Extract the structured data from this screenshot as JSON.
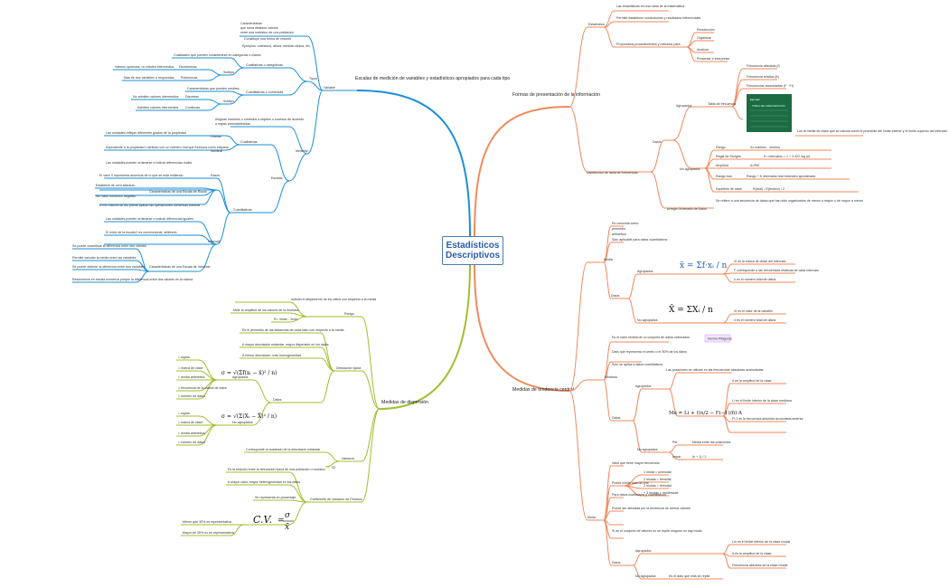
{
  "center": {
    "title": "Estadísticos\nDescriptivos"
  },
  "branches": {
    "escalas": "Escalas de medición de variables y estadísticos apropiados para cada tipo",
    "formas": "Formas de presentación de la información",
    "tendencia": "Medidas de tendencia central",
    "dispersion": "Medidas de dispersión"
  },
  "colors": {
    "blue": "#1a8fd6",
    "orange": "#f08a5d",
    "olive": "#9fbf2f",
    "center_border": "#4a7ab5"
  },
  "labels": {
    "variable": "Variable",
    "tipos": "Tipos",
    "medicion": "Medición",
    "escalas": "Escalas",
    "cual_cat": "Cualitativas o categóricas",
    "cuan_num": "Cuantitativas o numéricas",
    "subtipo": "Subtipo",
    "nominal": "Nominal",
    "ordinal": "Ordinal",
    "cuantitativas": "Cuantitativas",
    "cualitativas": "Cualitativas",
    "razon": "Razón",
    "intervalo": "Intervalo",
    "dicotomicas": "Dicotómicas",
    "politomicas": "Politómicas",
    "discretas": "Discretas",
    "continuas": "Continuas",
    "estadistica": "Estadística",
    "datos": "Datos",
    "agrupados": "Agrupados",
    "no_agrupados": "No agrupados",
    "tabla_frec": "Tabla de frecuencia",
    "distribucion": "Distribución de tabla de frecuencias",
    "arreglo": "Arreglo Ordenado de Datos",
    "media": "Media",
    "mediana": "Mediana",
    "moda": "Moda",
    "desviacion": "Desviación típica",
    "varianza": "Varianza",
    "rango": "Rango",
    "coef": "Coeficiente de variación de Pearson",
    "recoleccion": "Recolección",
    "organizar": "Organizar",
    "analizar": "Analizar",
    "presentar": "Presentar e interpretar",
    "frec_abs": "Frecuencia absoluta (f)",
    "frec_rel": "Frecuencia relativa (fr)",
    "frec_acum": "Frecuencias acumuladas (F · Fr)",
    "amplitud": "Amplitud",
    "regla": "Regla de Sturges",
    "rango_real": "Rango real",
    "equilibrio": "Equilibrio de clase",
    "par": "Par",
    "impar": "Impar",
    "ejemplo": "Ejemplo",
    "tabla_title": "TABLA DE FRECUENCIAS",
    "s2": "S2",
    "menor_30": "Menor que 30% es representativa",
    "mayor_30": "Mayor de 30% no es representativa",
    "nota": "Norma Pitágoras"
  },
  "texts": {
    "v1": "Características",
    "v2": "que toma distintos valores",
    "v3": "entre una individuo de una población",
    "v4": "Constituye una forma de resumir",
    "v5": "Ejemplos: colesterol, altura, medida clínica, etc.",
    "cq1": "Cualidades que pueden considerarse en categorías o clases",
    "dic1": "Valores opuestos, no existen intermedios",
    "pol1": "Más de dos variables o respuestas",
    "cn1": "Características que pueden medirse",
    "dis1": "No admiten valores intermedios",
    "con1": "Admiten valores intermedios",
    "ord1": "Asignan números o símbolos a objetos o sucesos de acuerdo",
    "ord2": "a reglas preestablecidas",
    "nom1": "Las unidades reflejan diferentes grados de la propiedad",
    "nom2": "Equivalente a la propiedad o atributo con un número real que funciona como etiqueta",
    "raz1": "Las unidades pueden ordenarse e indicar diferencias reales",
    "raz2": "El valor 0 representa ausencia de lo que se está midiendo",
    "raz3": "Características de una Escala de Razón",
    "raz4": "Establece de cero absoluto",
    "raz5": "Sin valor numérico negativo",
    "raz6": "A mis valores se les puede aplicar las operaciones numéricas básicas",
    "int1": "Las unidades pueden ordenarse e indicar diferencias iguales",
    "int2": "El inicio de la escala 0 es convencional, arbitrario.",
    "int3": "Características de una Escala de Intervalo",
    "int4": "Se puede cuantificar la diferencia entre dos valores",
    "int5": "Permite calcular la media entre las variables",
    "int6": "Se puede obtener la diferencia entre dos variables",
    "int7": "Resolvemos en escala numérica porque la diferencia entre dos valores es la misma",
    "est1": "Las estadísticas es una rama de la matemática",
    "est2": "Permite establecer conclusiones y resultados inferenciales",
    "est3": "Proporciona procedimientos y métodos para",
    "abs1": "Frecuencia absoluta (f)",
    "cond1": "Los la media de clase que se calcula como el promedio del límite inferior y el límite superior del intervalo",
    "rng1": "Xo máximo - mínimo",
    "stu1": "K= intervalos = 1 + 3.322 log (n)",
    "amp1": "A=R/K",
    "rr1": "Rango + K intervalos real redondeo aproximado",
    "eq1": "R(real) - R(teórico) / 2",
    "arr1": "Se refiere a una secuencia de datos que han sido organizados de menor a mayor o de mayor a menor",
    "m1": "Es conocida como",
    "m2": "promedio",
    "m3": "aritmética",
    "m4": "Sólo aplicable para datos cuantitativos",
    "ma1": "Xi es la marca de clase del intervalo",
    "ma2": "F corresponde a las frecuencias relativas de cada intervalo",
    "ma3": "n es el número total de datos",
    "mn1": "Xi es el valor de la variable",
    "mn2": "n es el número total de datos",
    "md1": "Es el valor central de un conjunto de datos ordenados",
    "md2": "Dato que representa el centro o el 50% de los datos",
    "md3": "Solo se aplica a datos cuantitativos",
    "mda1": "Las posiciones se utilizan en las frecuencias absolutas acumuladas",
    "mda2": "Li es el límite inferior de la clase mediana",
    "mda3": "Fi-1 es la frecuencia absoluta acumulada anterior",
    "mda4": "A es la amplitud de la clase",
    "par1": "Media entre las posiciones",
    "impar1": "(n + 1) / 2",
    "mo1": "Valor que tiene mayor frecuencia",
    "mo2": "Puede existir más de una",
    "mo3": "Para datos cualitativos y cuantitativos",
    "mo4": "Puede ser afectada por la tendencia de ciertos valores",
    "mo5": "Si en el conjunto de valores no se repite ninguno no hay moda",
    "mo6": "1 moda = unimodal",
    "mo7": "2 modas = bimodal",
    "mo8": "3 modas = trimodal",
    "mo9": "+ 3 modas = multimodal",
    "moa1": "Lm es el límite inferior de la clase modal",
    "moa2": "A es la amplitud de la clase",
    "moa3": "Frecuencia absoluta de la clase modal",
    "mon1": "Es el dato que más se repite",
    "r1": "Indican el alejamiento de los datos con respecto a la media",
    "r2": "Mide la amplitud de los valores de la muestra",
    "r3": "R= Xmáx - Xmín",
    "d1": "Es el promedio de las distancias de cada dato con respecto a la media",
    "d2": "A mayor desviación estándar, mayor dispersión en los datos",
    "d3": "A menor desviación, más homogeneidad",
    "da1": "= sigma",
    "da2": "= marca de clase",
    "da3": "= media aritmética",
    "da4": "= frecuencia de la marca de clase",
    "da5": "= número de datos",
    "dn1": "= sigma",
    "dn2": "= marca de clase",
    "dn3": "= media aritmética",
    "dn4": "= número de datos",
    "var1": "Corresponde al cuadrado de la desviación estándar",
    "c1": "Es la relación entre la desviación típica de una población o muestra",
    "c2": "A mayor valor, mayor heterogeneidad en los datos",
    "c3": "Se representa en porcentaje"
  },
  "formulas": {
    "mean_grouped": "x̄ = Σf·xᵢ / n",
    "mean_ungrouped": "X̄ = ΣXᵢ / n",
    "median": "Me = Li + ((n/2 − Fi−1)/fi)·A",
    "sd_grouped": "σ = √(Σf(xᵢ − x̄)² / n)",
    "sd_ungrouped": "σ = √(Σ(Xᵢ − X̄)² / n)",
    "cv": "C.V. = σ / x̄",
    "cv_text": "C.V.",
    "sigma": "σ",
    "xbar": "x̄"
  }
}
